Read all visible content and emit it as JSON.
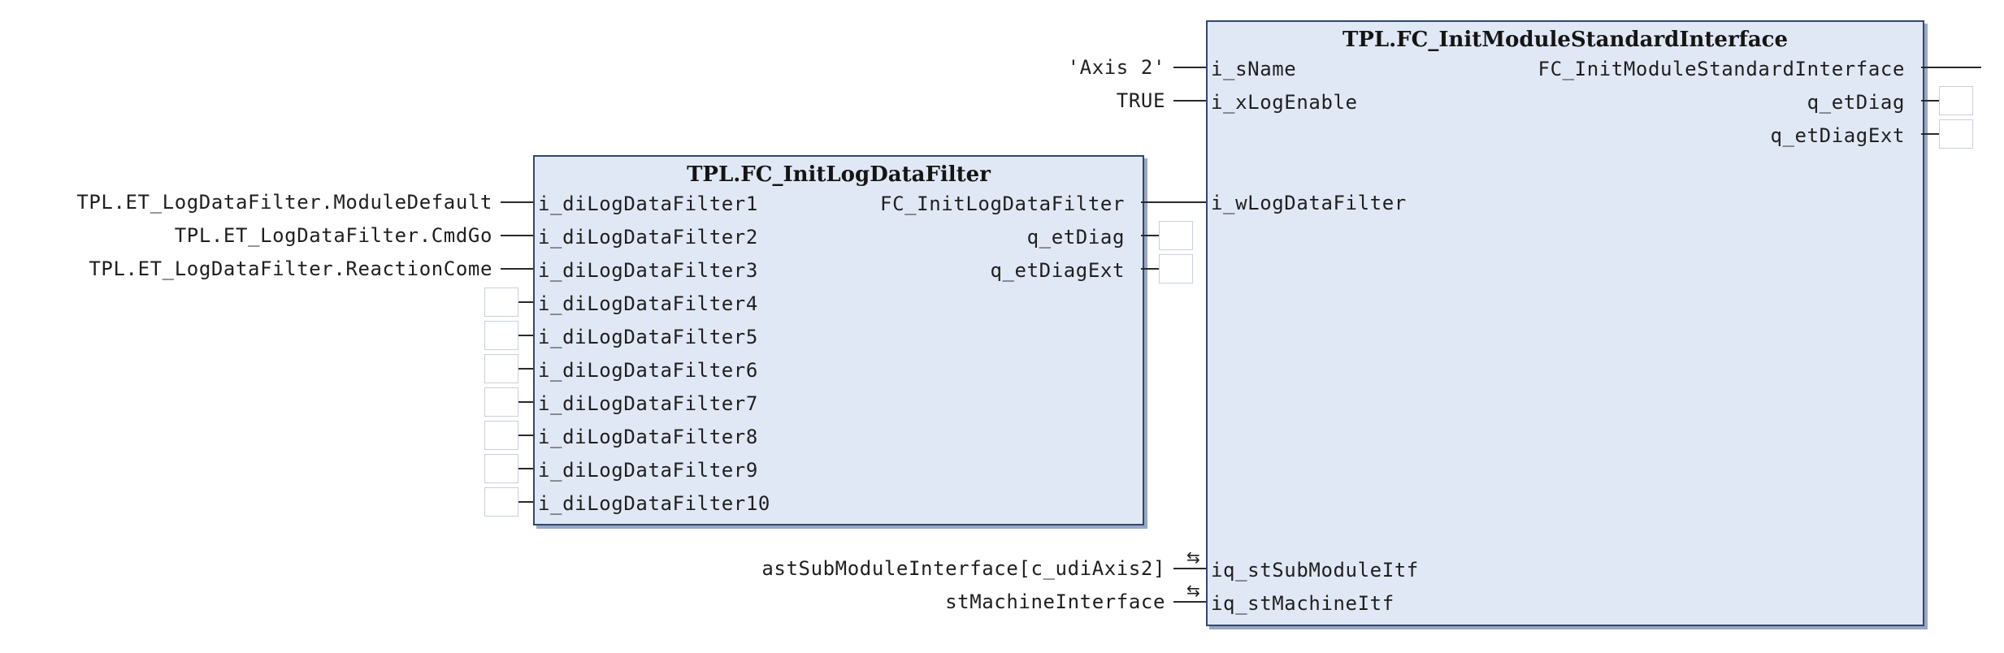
{
  "block1": {
    "title": "TPL.FC_InitLogDataFilter",
    "inputs": [
      "i_diLogDataFilter1",
      "i_diLogDataFilter2",
      "i_diLogDataFilter3",
      "i_diLogDataFilter4",
      "i_diLogDataFilter5",
      "i_diLogDataFilter6",
      "i_diLogDataFilter7",
      "i_diLogDataFilter8",
      "i_diLogDataFilter9",
      "i_diLogDataFilter10"
    ],
    "outputs": [
      "FC_InitLogDataFilter",
      "q_etDiag",
      "q_etDiagExt"
    ],
    "input_values": [
      "TPL.ET_LogDataFilter.ModuleDefault",
      "TPL.ET_LogDataFilter.CmdGo",
      "TPL.ET_LogDataFilter.ReactionCome"
    ]
  },
  "block2": {
    "title": "TPL.FC_InitModuleStandardInterface",
    "inputs": [
      "i_sName",
      "i_xLogEnable",
      "i_wLogDataFilter"
    ],
    "inouts": [
      "iq_stSubModuleItf",
      "iq_stMachineItf"
    ],
    "outputs": [
      "FC_InitModuleStandardInterface",
      "q_etDiag",
      "q_etDiagExt"
    ],
    "input_values": [
      "'Axis 2'",
      "TRUE"
    ],
    "inout_values": [
      "astSubModuleInterface[c_udiAxis2]",
      "stMachineInterface"
    ]
  },
  "colors": {
    "block_fill": "#e1e8f5",
    "block_border": "#33466e",
    "wire": "#2a2a2a"
  },
  "icons": {
    "inout_marker": "double-arrow-icon"
  }
}
